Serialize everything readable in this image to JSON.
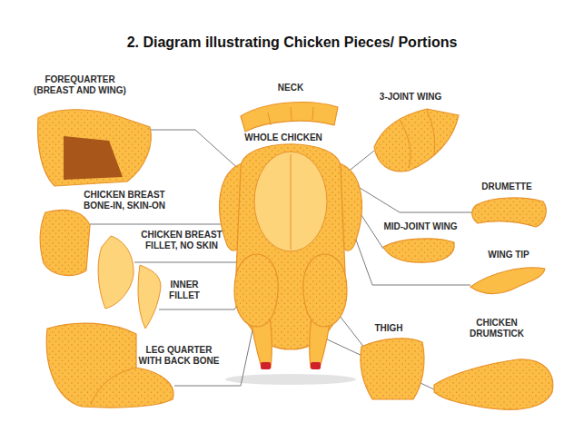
{
  "diagram": {
    "title": "2. Diagram illustrating Chicken Pieces/ Portions",
    "labels": [
      "FOREQUARTER (BREAST AND WING)",
      "NECK",
      "3-JOINT WING",
      "WHOLE CHICKEN",
      "DRUMETTE",
      "CHICKEN BREAST BONE-IN, SKIN-ON",
      "MID-JOINT WING",
      "CHICKEN BREAST FILLET, NO SKIN",
      "WING TIP",
      "INNER FILLET",
      "CHICKEN DRUMSTICK",
      "THIGH",
      "LEG QUARTER WITH BACK BONE"
    ]
  }
}
